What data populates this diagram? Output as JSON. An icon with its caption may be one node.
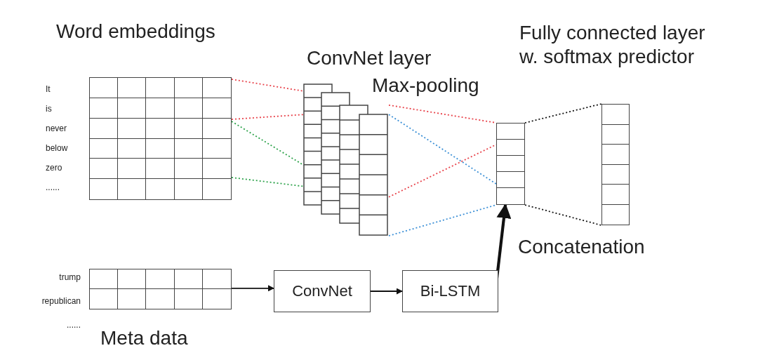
{
  "diagram": {
    "nodes": [
      {
        "text": [
          "Word embeddings"
        ]
      },
      {
        "text": [
          "ConvNet layer"
        ]
      },
      {
        "text": [
          "Concatenation"
        ]
      },
      {
        "text": [
          "Fully connected layer w. softmax predictor"
        ]
      },
      {
        "text": [
          "Meta data"
        ]
      },
      {
        "text": [
          "ConvNet"
        ]
      },
      {
        "text": [
          "Bi-LSTM"
        ]
      }
    ],
    "edges": [
      {
        "from": 0,
        "to": 1,
        "arrow": "none",
        "style": "dashed",
        "color": "#e8424a"
      },
      {
        "from": 0,
        "to": 1,
        "arrow": "none",
        "style": "dashed",
        "color": "#e8424a"
      },
      {
        "from": 0,
        "to": 1,
        "arrow": "none",
        "style": "dashed",
        "color": "#2ca24a"
      },
      {
        "from": 0,
        "to": 1,
        "arrow": "none",
        "style": "dashed",
        "color": "#2ca24a"
      },
      {
        "from": 1,
        "to": 2,
        "arrow": "none",
        "style": "dashed",
        "color": "#e8424a"
      },
      {
        "from": 1,
        "to": 2,
        "arrow": "none",
        "style": "dashed",
        "color": "#3a8fd6"
      },
      {
        "from": 1,
        "to": 2,
        "arrow": "none",
        "style": "dashed",
        "color": "#e8424a"
      },
      {
        "from": 1,
        "to": 2,
        "arrow": "none",
        "style": "dashed",
        "color": "#3a8fd6"
      },
      {
        "from": 2,
        "to": 3,
        "arrow": "none",
        "style": "dashed"
      },
      {
        "from": 2,
        "to": 3,
        "arrow": "none",
        "style": "dashed"
      },
      {
        "from": 4,
        "to": 5,
        "arrow": "to"
      },
      {
        "from": 5,
        "to": 6,
        "arrow": "to"
      },
      {
        "from": 6,
        "to": 2,
        "arrow": "to",
        "style": "thick"
      }
    ],
    "labels": [
      "It",
      "is",
      "never",
      "below",
      "zero",
      "......",
      "Max-pooling",
      "trump",
      "republican",
      "......"
    ]
  }
}
